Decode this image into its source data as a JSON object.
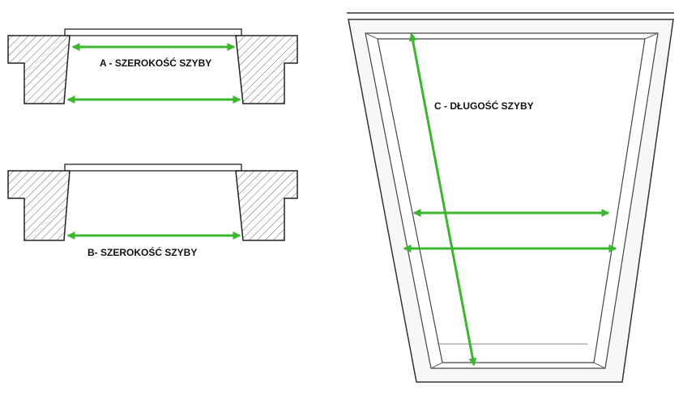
{
  "labels": {
    "a": "A - SZEROKOŚĆ SZYBY",
    "b": "B- SZEROKOŚĆ SZYBY",
    "c": "C - DŁUGOŚĆ SZYBY"
  },
  "colors": {
    "arrow": "#3cb52f",
    "outline": "#222222",
    "hatch": "#555555",
    "frame_shade": "#f2f2f2"
  }
}
